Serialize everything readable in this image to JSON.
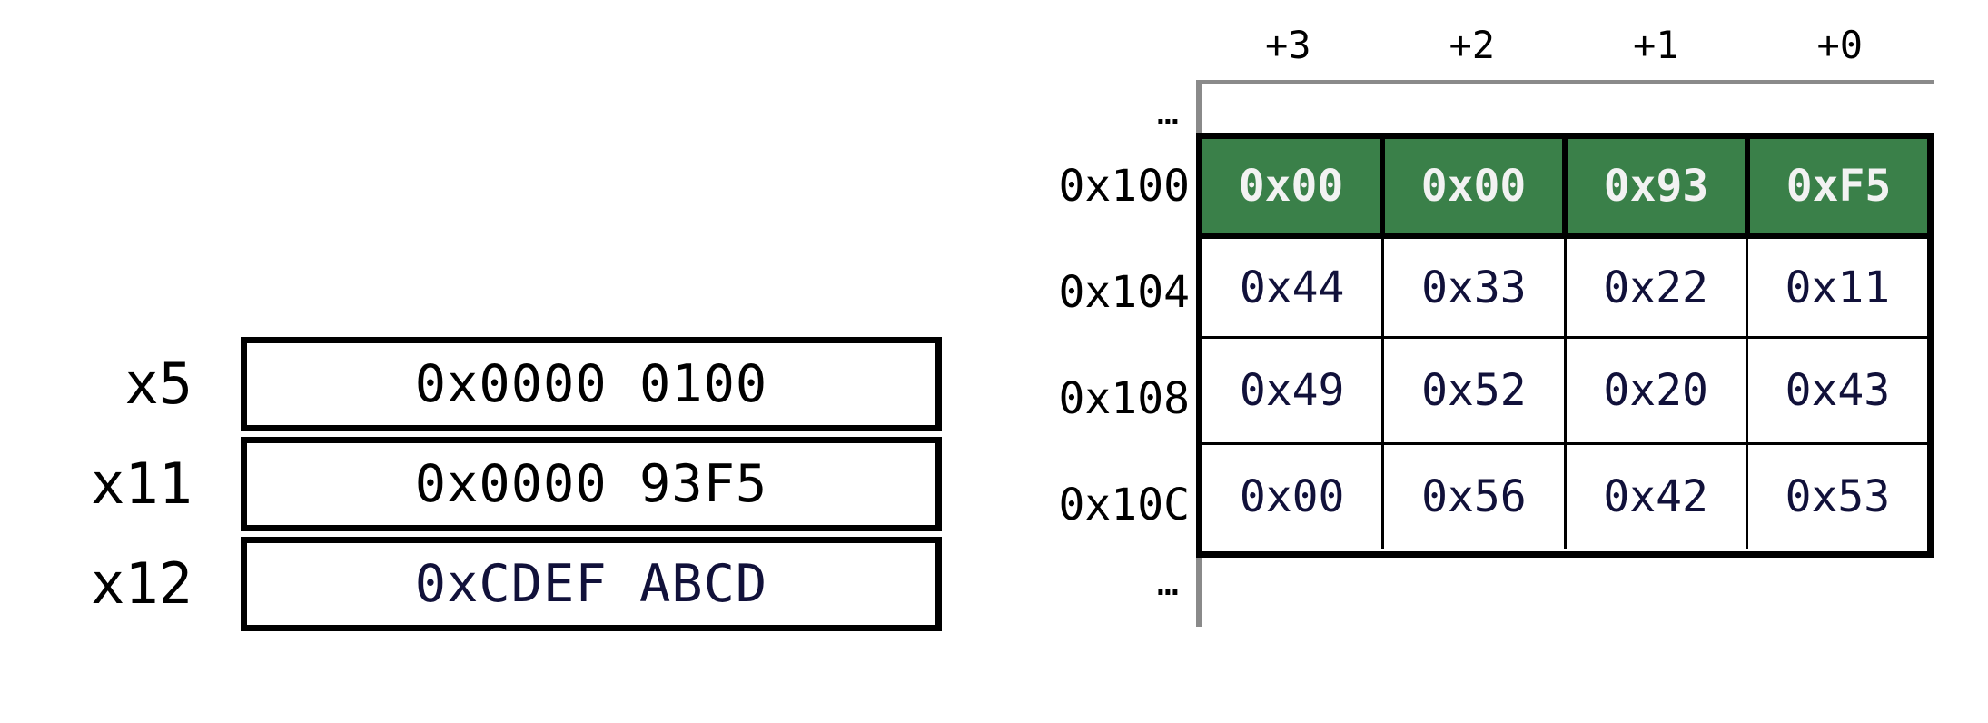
{
  "registers": {
    "rows": [
      {
        "name": "x5",
        "value": "0x0000 0100",
        "color": "#000000",
        "emphasis": "normal"
      },
      {
        "name": "x11",
        "value": "0x0000 93F5",
        "color": "#000000",
        "emphasis": "normal"
      },
      {
        "name": "x12",
        "value": "0xCDEF ABCD",
        "color": "#11113a",
        "emphasis": "highlighted-navy"
      }
    ]
  },
  "memory": {
    "byte_offset_headers": [
      "+3",
      "+2",
      "+1",
      "+0"
    ],
    "ellipsis_top": "…",
    "ellipsis_bottom": "…",
    "rows": [
      {
        "address": "0x100",
        "highlighted": true,
        "bytes": [
          "0x00",
          "0x00",
          "0x93",
          "0xF5"
        ]
      },
      {
        "address": "0x104",
        "highlighted": false,
        "bytes": [
          "0x44",
          "0x33",
          "0x22",
          "0x11"
        ]
      },
      {
        "address": "0x108",
        "highlighted": false,
        "bytes": [
          "0x49",
          "0x52",
          "0x20",
          "0x43"
        ]
      },
      {
        "address": "0x10C",
        "highlighted": false,
        "bytes": [
          "0x00",
          "0x56",
          "0x42",
          "0x53"
        ]
      }
    ]
  },
  "colors": {
    "highlight_green": "#3a8049",
    "highlight_text": "#f2f2f2",
    "navy_text": "#11113a",
    "black": "#000000",
    "gray_rule": "#8a8a8a",
    "background": "#ffffff"
  }
}
